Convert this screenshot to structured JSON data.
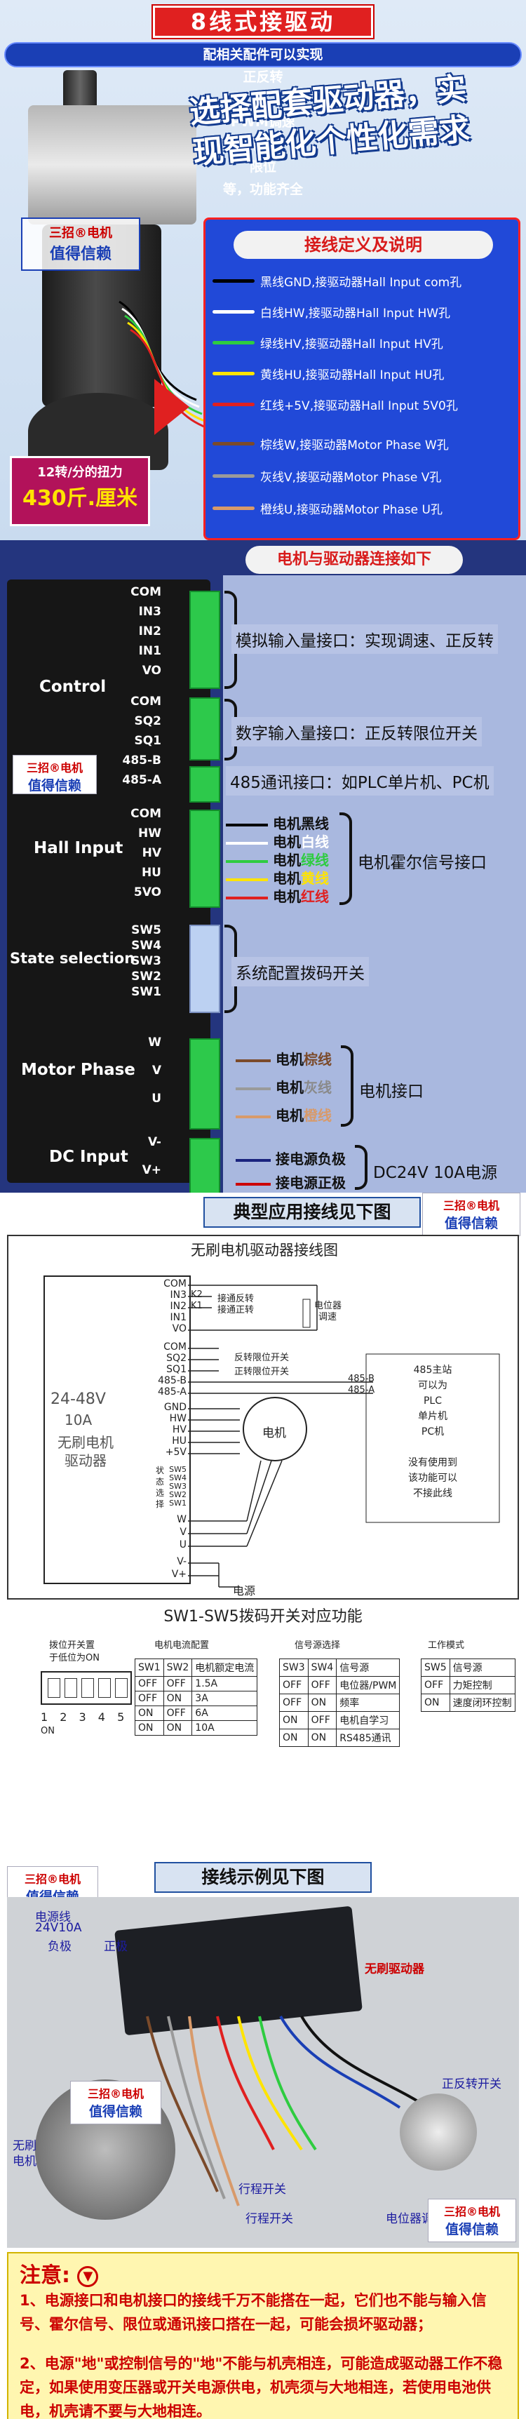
{
  "header": {
    "title": "8线式接驱动",
    "subtitle_prefix": "配相关配件可以实现",
    "subtitle_hl1": "正反转",
    "subtitle_mid1": "、",
    "subtitle_hl2": "PWM调速",
    "subtitle_mid2": "、过载保护、",
    "subtitle_hl3": "限位",
    "subtitle_suffix": "等，功能齐全"
  },
  "brand": {
    "name": "三招®电机",
    "slogan": "值得信赖"
  },
  "hero": {
    "slogan_line1": "选择配套驱动器，实",
    "slogan_line2": "现智能化个性化需求",
    "speed_line1": "12转/分的扭力",
    "speed_line2": "430斤.厘米"
  },
  "wire_defs": {
    "title": "接线定义及说明",
    "rows": [
      {
        "text": "黑线GND,接驱动器Hall Input com孔",
        "color": "#000000"
      },
      {
        "text": "白线HW,接驱动器Hall Input HW孔",
        "color": "#ffffff"
      },
      {
        "text": "绿线HV,接驱动器Hall Input HV孔",
        "color": "#2ecc40"
      },
      {
        "text": "黄线HU,接驱动器Hall Input HU孔",
        "color": "#ffe400"
      },
      {
        "text": "红线+5V,接驱动器Hall Input 5V0孔",
        "color": "#e02020"
      },
      {
        "text": "棕线W,接驱动器Motor Phase W孔",
        "color": "#7b4a2a"
      },
      {
        "text": "灰线V,接驱动器Motor Phase V孔",
        "color": "#9a9a9a"
      },
      {
        "text": "橙线U,接驱动器Motor Phase U孔",
        "color": "#d89a6a"
      }
    ]
  },
  "driver": {
    "title": "电机与驱动器连接如下",
    "groups": {
      "control": "Control",
      "hall": "Hall Input",
      "state": "State selection",
      "motor": "Motor Phase",
      "dc": "DC Input"
    },
    "pins_control": [
      "COM",
      "IN3",
      "IN2",
      "IN1",
      "VO",
      "COM",
      "SQ2",
      "SQ1",
      "485-B",
      "485-A"
    ],
    "pins_hall": [
      "COM",
      "HW",
      "HV",
      "HU",
      "5VO"
    ],
    "pins_state": [
      "SW5",
      "SW4",
      "SW3",
      "SW2",
      "SW1"
    ],
    "pins_motor": [
      "W",
      "V",
      "U"
    ],
    "pins_dc": [
      "V-",
      "V+"
    ],
    "descs": {
      "analog": "模拟输入量接口：实现调速、正反转",
      "digital": "数字输入量接口：正反转限位开关",
      "comm": "485通讯接口：如PLC单片机、PC机",
      "hall": "电机霍尔信号接口",
      "state": "系统配置拨码开关",
      "motor": "电机接口",
      "dc": "DC24V 10A电源"
    },
    "motor_wires": [
      {
        "prefix": "电机",
        "name": "黑线"
      },
      {
        "prefix": "电机",
        "name": "白线"
      },
      {
        "prefix": "电机",
        "name": "绿线"
      },
      {
        "prefix": "电机",
        "name": "黄线"
      },
      {
        "prefix": "电机",
        "name": "红线"
      }
    ],
    "phase_wires": [
      {
        "prefix": "电机",
        "name": "棕线"
      },
      {
        "prefix": "电机",
        "name": "灰线"
      },
      {
        "prefix": "电机",
        "name": "橙线"
      }
    ],
    "power_wires": [
      "接电源负极",
      "接电源正极"
    ]
  },
  "typical": {
    "title": "典型应用接线见下图",
    "diagram_title": "无刷电机驱动器接线图",
    "pot_label1": "电位器",
    "pot_label2": "调速",
    "k2": "K2",
    "k1": "K1",
    "k2_text": "接通反转",
    "k1_text": "接通正转",
    "limit_rev": "反转限位开关",
    "limit_fwd": "正转限位开关",
    "driver_v": "24-48V",
    "driver_a": "10A",
    "driver_name1": "无刷电机",
    "driver_name2": "驱动器",
    "motor": "电机",
    "state_label": "状态选择",
    "power": "电源",
    "plc_lines": [
      "485主站",
      "可以为",
      "PLC",
      "单片机",
      "PC机",
      "",
      "没有使用到",
      "该功能可以",
      "不接此线"
    ],
    "sw_title": "SW1-SW5拨码开关对应功能",
    "dip_caption1": "拨位开关置",
    "dip_caption2": "于低位为ON",
    "dip_nums": "1 2 3 4 5",
    "dip_on": "ON",
    "current_caption": "电机电流配置",
    "signal_caption": "信号源选择",
    "mode_caption": "工作模式",
    "current_table": [
      [
        "SW1",
        "SW2",
        "电机额定电流"
      ],
      [
        "OFF",
        "OFF",
        "1.5A"
      ],
      [
        "OFF",
        "ON",
        "3A"
      ],
      [
        "ON",
        "OFF",
        "6A"
      ],
      [
        "ON",
        "ON",
        "10A"
      ]
    ],
    "signal_table": [
      [
        "SW3",
        "SW4",
        "信号源"
      ],
      [
        "OFF",
        "OFF",
        "电位器/PWM"
      ],
      [
        "OFF",
        "ON",
        "频率"
      ],
      [
        "ON",
        "OFF",
        "电机自学习"
      ],
      [
        "ON",
        "ON",
        "RS485通讯"
      ]
    ],
    "mode_table": [
      [
        "SW5",
        "信号源"
      ],
      [
        "OFF",
        "力矩控制"
      ],
      [
        "ON",
        "速度闭环控制"
      ]
    ],
    "pins_left": [
      "COM",
      "IN3",
      "IN2",
      "IN1",
      "VO",
      "COM",
      "SQ2",
      "SQ1",
      "485-B",
      "485-A",
      "GND",
      "HW",
      "HV",
      "HU",
      "+5V",
      "SW5",
      "SW4",
      "SW3",
      "SW2",
      "SW1",
      "W",
      "V",
      "U",
      "V-",
      "V+"
    ]
  },
  "example": {
    "title": "接线示例见下图",
    "labels": {
      "power_spec": "电源线",
      "power_va": "24V10A",
      "neg": "负极",
      "pos": "正极",
      "driver": "无刷驱动器",
      "motor1": "无刷",
      "motor2": "电机",
      "switch": "正反转开关",
      "limit1": "行程开关",
      "limit2": "行程开关",
      "pot": "电位器调速"
    }
  },
  "notes": {
    "title": "注意:",
    "n1": "1、电源接口和电机接口的接线千万不能搭在一起，它们也不能与输入信号、霍尔信号、限位或通讯接口搭在一起，可能会损坏驱动器；",
    "n2": "2、电源\"地\"或控制信号的\"地\"不能与机壳相连，可能造成驱动器工作不稳定，如果使用变压器或开关电源供电，机壳须与大地相连，若使用电池供电，机壳请不要与大地相连。"
  }
}
